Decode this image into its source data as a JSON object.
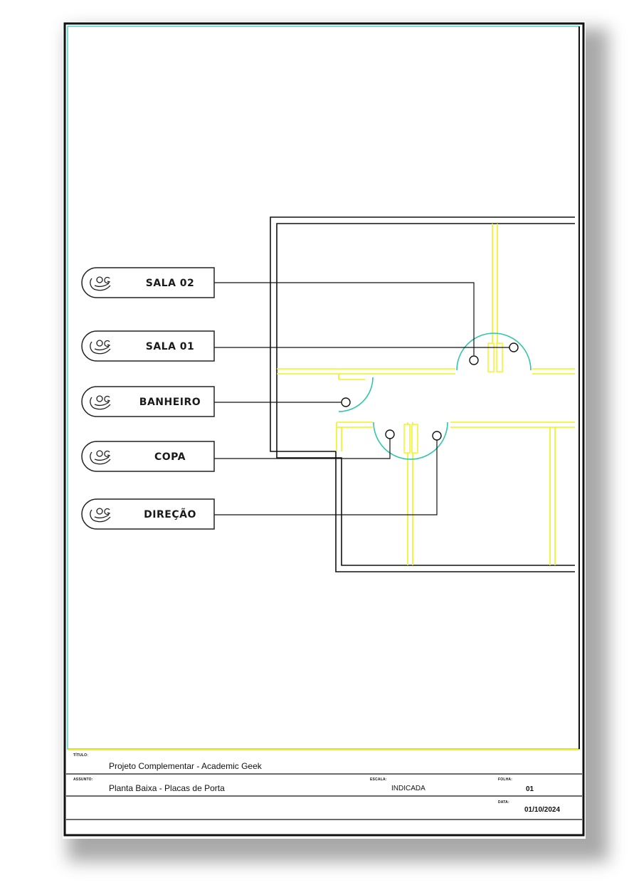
{
  "sheet": {
    "colors": {
      "wall": "#111111",
      "yellow_line": "#f2f21a",
      "door_arc": "#2fc7a8",
      "frame_teal": "#1f7f80"
    }
  },
  "door_tags": [
    {
      "label": "SALA 02",
      "icon": "academic-geek-logo"
    },
    {
      "label": "SALA 01",
      "icon": "academic-geek-logo"
    },
    {
      "label": "BANHEIRO",
      "icon": "academic-geek-logo"
    },
    {
      "label": "COPA",
      "icon": "academic-geek-logo"
    },
    {
      "label": "DIREÇÃO",
      "icon": "academic-geek-logo"
    }
  ],
  "title_block": {
    "titulo_caption": "TÍTULO:",
    "titulo_value": "Projeto Complementar - Academic Geek",
    "assunto_caption": "ASSUNTO:",
    "assunto_value": "Planta Baixa - Placas de Porta",
    "escala_caption": "ESCALA:",
    "escala_value": "INDICADA",
    "folha_caption": "FOLHA:",
    "folha_value": "01",
    "data_caption": "DATA:",
    "data_value": "01/10/2024"
  }
}
